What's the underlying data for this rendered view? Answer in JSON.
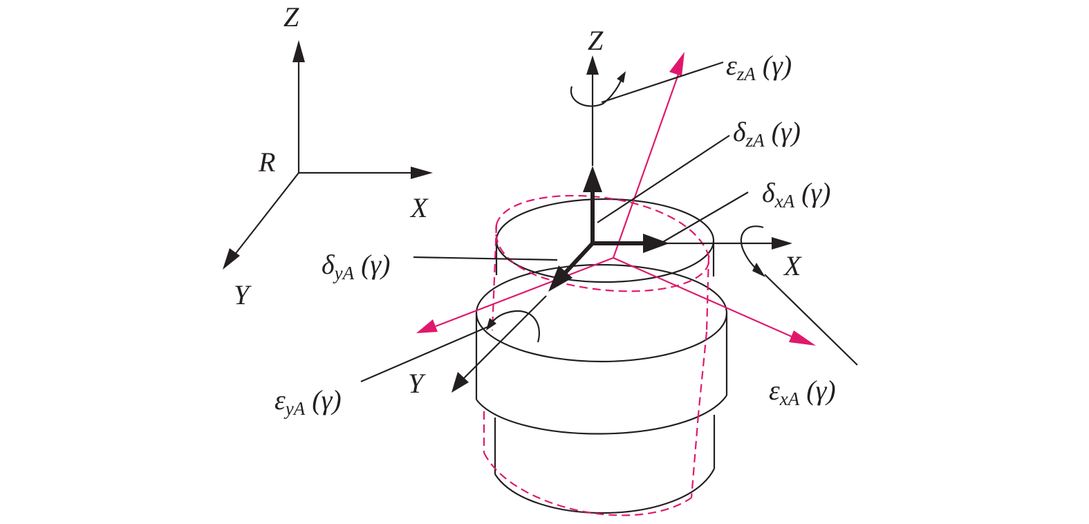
{
  "colors": {
    "ink": "#231f20",
    "error": "#e0186c"
  },
  "reference_frame": {
    "origin": "R",
    "x_axis": "X",
    "y_axis": "Y",
    "z_axis": "Z"
  },
  "component_frame": {
    "x_axis": "X",
    "y_axis": "Y",
    "z_axis": "Z"
  },
  "errors": {
    "eps_z": {
      "sym": "ε",
      "sub": "zA",
      "arg": "(γ)"
    },
    "delta_z": {
      "sym": "δ",
      "sub": "zA",
      "arg": "(γ)"
    },
    "delta_x": {
      "sym": "δ",
      "sub": "xA",
      "arg": "(γ)"
    },
    "delta_y": {
      "sym": "δ",
      "sub": "yA",
      "arg": "(γ)"
    },
    "eps_y": {
      "sym": "ε",
      "sub": "yA",
      "arg": "(γ)"
    },
    "eps_x": {
      "sym": "ε",
      "sub": "xA",
      "arg": "(γ)"
    }
  }
}
